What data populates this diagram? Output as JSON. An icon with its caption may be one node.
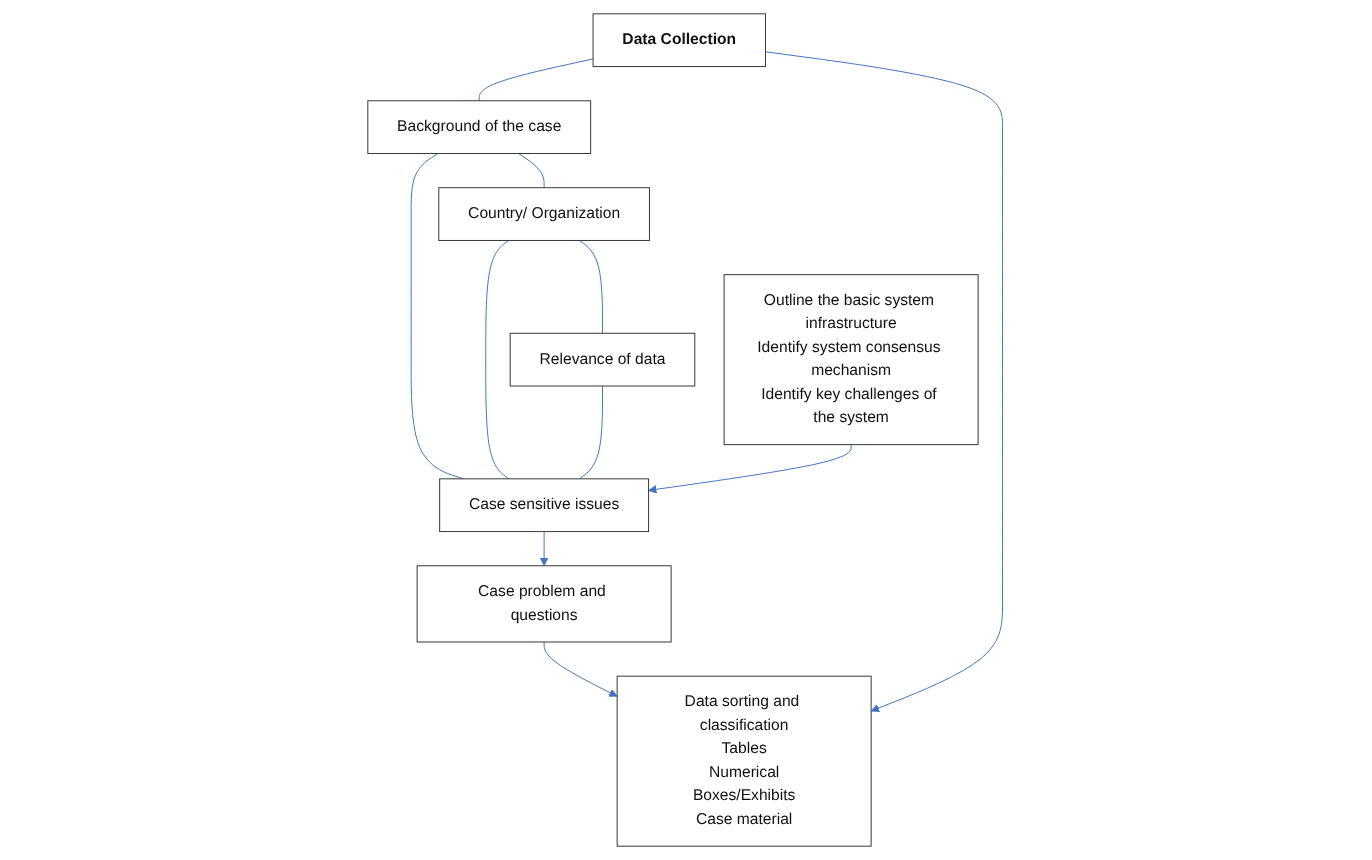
{
  "diagram": {
    "nodes": [
      {
        "text": [
          "Data Collection"
        ]
      },
      {
        "text": [
          "Background of the case"
        ]
      },
      {
        "text": [
          "Country/ Organization"
        ]
      },
      {
        "text": [
          "Relevance of data"
        ]
      },
      {
        "text": [
          "Case sensitive issues"
        ]
      },
      {
        "text": [
          "Case problem and questions"
        ]
      },
      {
        "text": [
          "Outline the basic system infrastructure",
          "Identify system consensus mechanism",
          "Identify key challenges of the system"
        ]
      },
      {
        "text": [
          "Data sorting and classification",
          "Tables",
          "Numerical",
          "Boxes/Exhibits",
          "Case material"
        ]
      }
    ],
    "edges": [
      {
        "from": 0,
        "to": 1,
        "arrow": "none"
      },
      {
        "from": 1,
        "to": 2,
        "arrow": "none"
      },
      {
        "from": 2,
        "to": 3,
        "arrow": "none"
      },
      {
        "from": 1,
        "to": 4,
        "arrow": "none"
      },
      {
        "from": 2,
        "to": 4,
        "arrow": "none"
      },
      {
        "from": 3,
        "to": 4,
        "arrow": "none"
      },
      {
        "from": 6,
        "to": 4,
        "arrow": "to"
      },
      {
        "from": 4,
        "to": 5,
        "arrow": "to"
      },
      {
        "from": 5,
        "to": 7,
        "arrow": "to"
      },
      {
        "from": 0,
        "to": 7,
        "arrow": "to"
      }
    ]
  }
}
